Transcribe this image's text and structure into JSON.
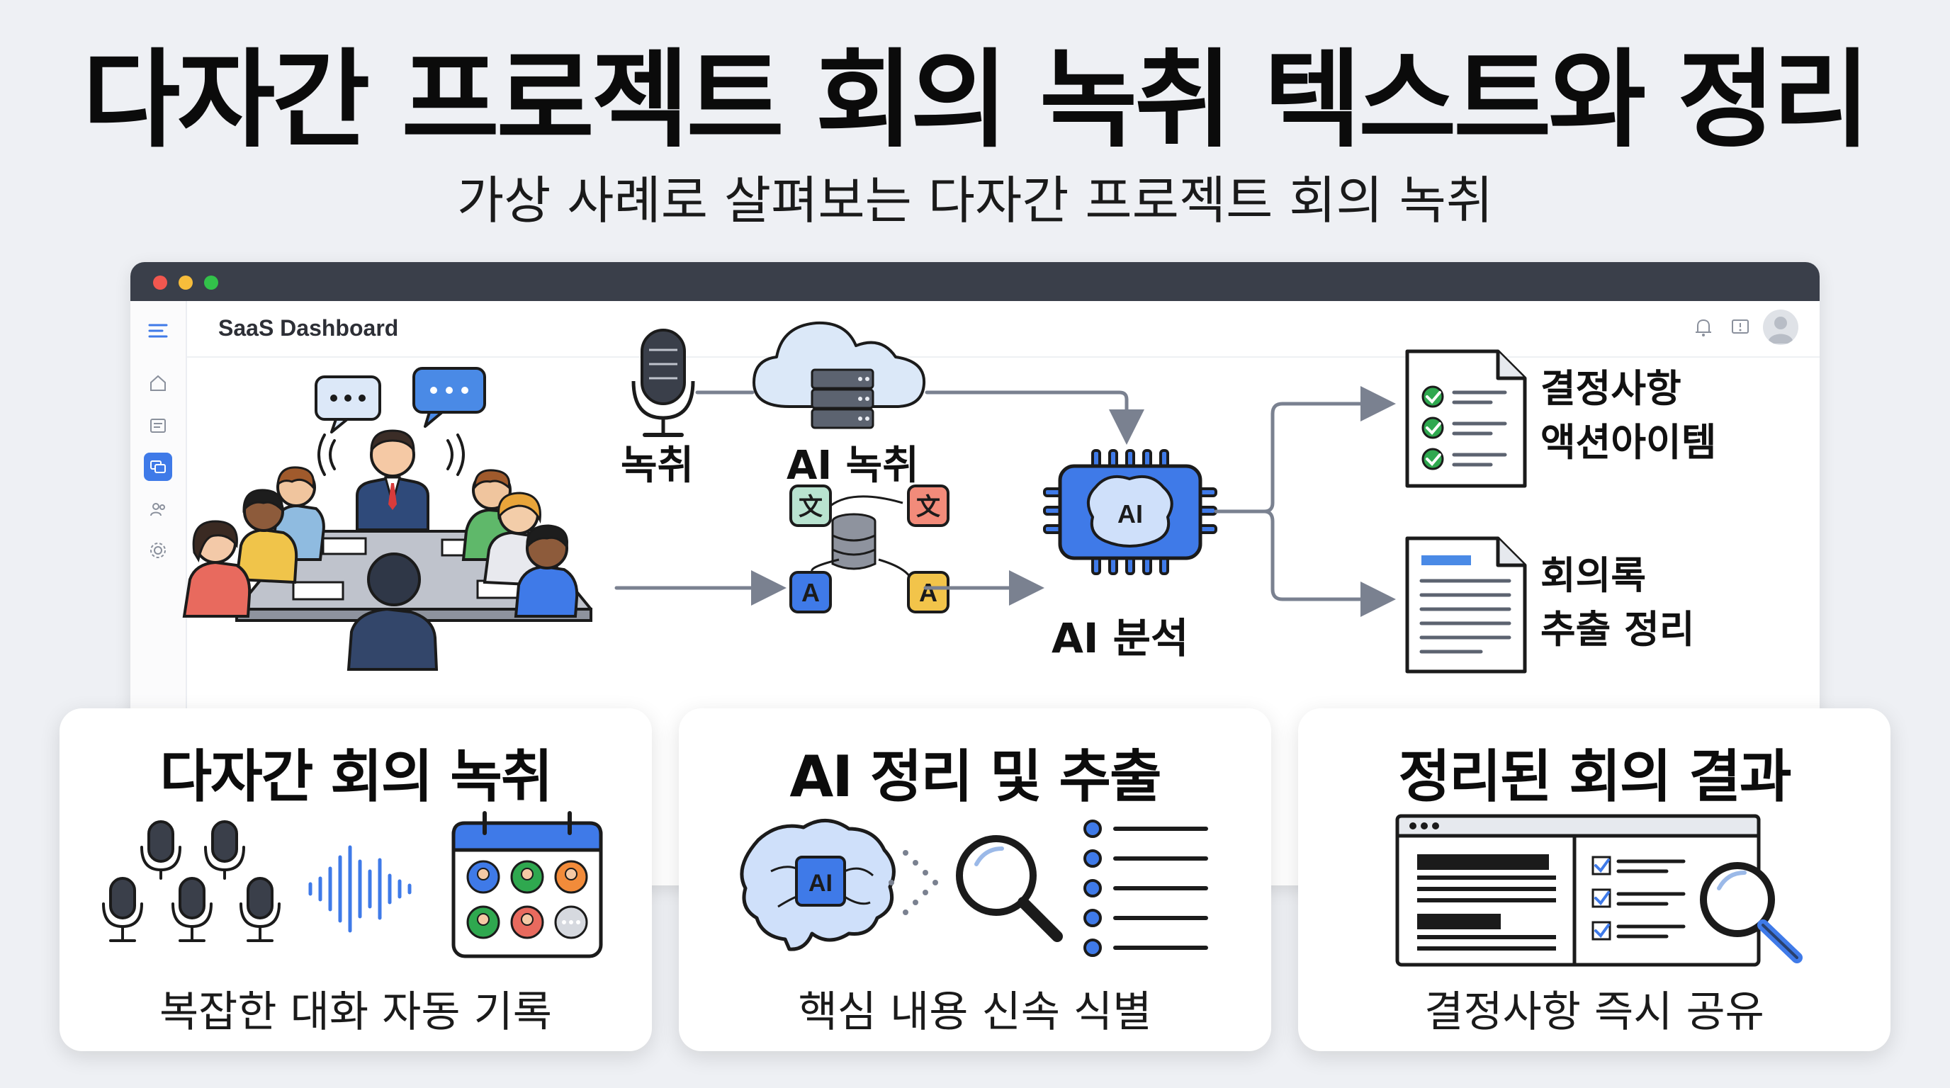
{
  "header": {
    "title": "다자간 프로젝트 회의 녹취 텍스트와 정리",
    "subtitle": "가상 사례로 살펴보는 다자간 프로젝트 회의 녹취"
  },
  "window": {
    "app_name": "SaaS Dashboard",
    "sidebar_icons": [
      "menu-icon",
      "home-icon",
      "document-icon",
      "chat-icon",
      "users-icon",
      "gear-icon"
    ],
    "header_icons": [
      "bell-icon",
      "message-icon",
      "avatar"
    ]
  },
  "flow": {
    "recording_label": "녹취",
    "ai_transcription_label": "AI 녹취",
    "ai_analysis_label": "AI 분석",
    "output_1_line1": "결정사항",
    "output_1_line2": "액션아이템",
    "output_2_line1": "회의록",
    "output_2_line2": "추출 정리",
    "chip_ai": "AI",
    "chip_translate": "文",
    "chip_a": "A"
  },
  "cards": [
    {
      "title": "다자간 회의 녹취",
      "desc": "복잡한 대화 자동 기록"
    },
    {
      "title": "AI 정리 및 추출",
      "desc": "핵심 내용 신속 식별",
      "chip": "AI"
    },
    {
      "title": "정리된 회의 결과",
      "desc": "결정사항 즉시 공유"
    }
  ],
  "colors": {
    "accent_blue": "#3f7ae8",
    "check_green": "#2fa84f",
    "titlebar": "#3a3f4a",
    "line_gray": "#7a8190"
  }
}
